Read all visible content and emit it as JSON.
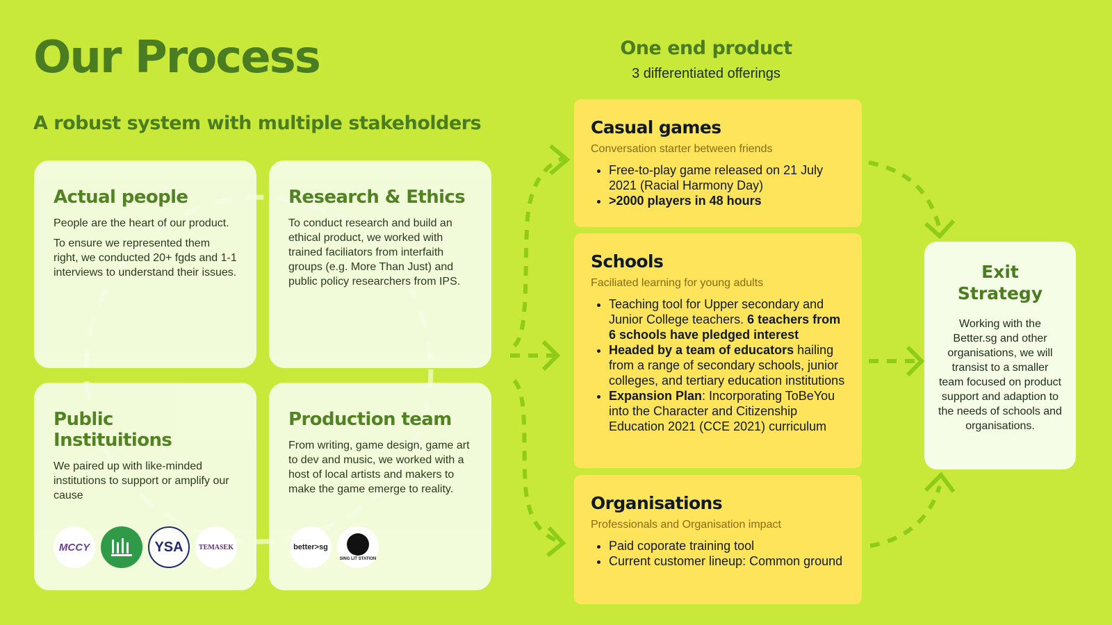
{
  "header": {
    "title": "Our Process",
    "subtitle": "A robust system with multiple stakeholders",
    "end_title": "One end product",
    "end_subtitle": "3 differentiated offerings"
  },
  "stakeholders": [
    {
      "title": "Actual people",
      "paragraphs": [
        "People are the heart of our product.",
        "To ensure we represented them right, we conducted 20+ fgds and 1-1 interviews to understand their issues."
      ]
    },
    {
      "title": "Research & Ethics",
      "paragraphs": [
        "To conduct research and build an ethical product, we worked with trained faciliators from interfaith groups (e.g. More Than Just) and public policy researchers from IPS."
      ]
    },
    {
      "title": "Public Instituitions",
      "paragraphs": [
        "We paired up with like-minded institutions to support or amplify our cause"
      ],
      "logos": [
        "MCCY",
        "Harmony Centre",
        "YSA",
        "TEMASEK"
      ]
    },
    {
      "title": "Production team",
      "paragraphs": [
        "From writing, game design, game art to dev and music, we worked with a host of local artists and makers to make the game emerge to reality."
      ],
      "logos": [
        "better>sg",
        "SING LIT STATION"
      ]
    }
  ],
  "offerings": [
    {
      "title": "Casual games",
      "tagline": "Conversation starter between friends",
      "bullets": [
        {
          "bold_lead": "",
          "text": "Free-to-play game released on 21 July 2021 (Racial Harmony Day)",
          "bold_tail": ""
        },
        {
          "bold_lead": ">2000 players in 48 hours",
          "text": "",
          "bold_tail": ""
        }
      ]
    },
    {
      "title": "Schools",
      "tagline": "Faciliated learning for young adults",
      "bullets": [
        {
          "bold_lead": "",
          "text": "Teaching tool for Upper secondary and Junior College teachers. ",
          "bold_tail": "6 teachers from 6 schools have pledged interest"
        },
        {
          "bold_lead": "Headed by a team of educators",
          "text": " hailing from a range of secondary schools, junior colleges, and tertiary education institutions",
          "bold_tail": ""
        },
        {
          "bold_lead": "Expansion Plan",
          "text": ": Incorporating ToBeYou into the Character and Citizenship Education 2021 (CCE 2021) curriculum",
          "bold_tail": ""
        }
      ]
    },
    {
      "title": "Organisations",
      "tagline": "Professionals and Organisation impact",
      "bullets": [
        {
          "bold_lead": "",
          "text": "Paid coporate training tool",
          "bold_tail": ""
        },
        {
          "bold_lead": "",
          "text": "Current customer lineup: Common ground",
          "bold_tail": ""
        }
      ]
    }
  ],
  "exit": {
    "title": "Exit Strategy",
    "body": "Working with the Better.sg and other organisations, we will transist to a smaller team focused on product support and adaption to the needs of schools and organisations."
  },
  "colors": {
    "background": "#c9e93a",
    "accent_green": "#4a7c22",
    "card": "#f5fde6",
    "offering": "#fde45a",
    "arrow": "#8fcc1a"
  }
}
